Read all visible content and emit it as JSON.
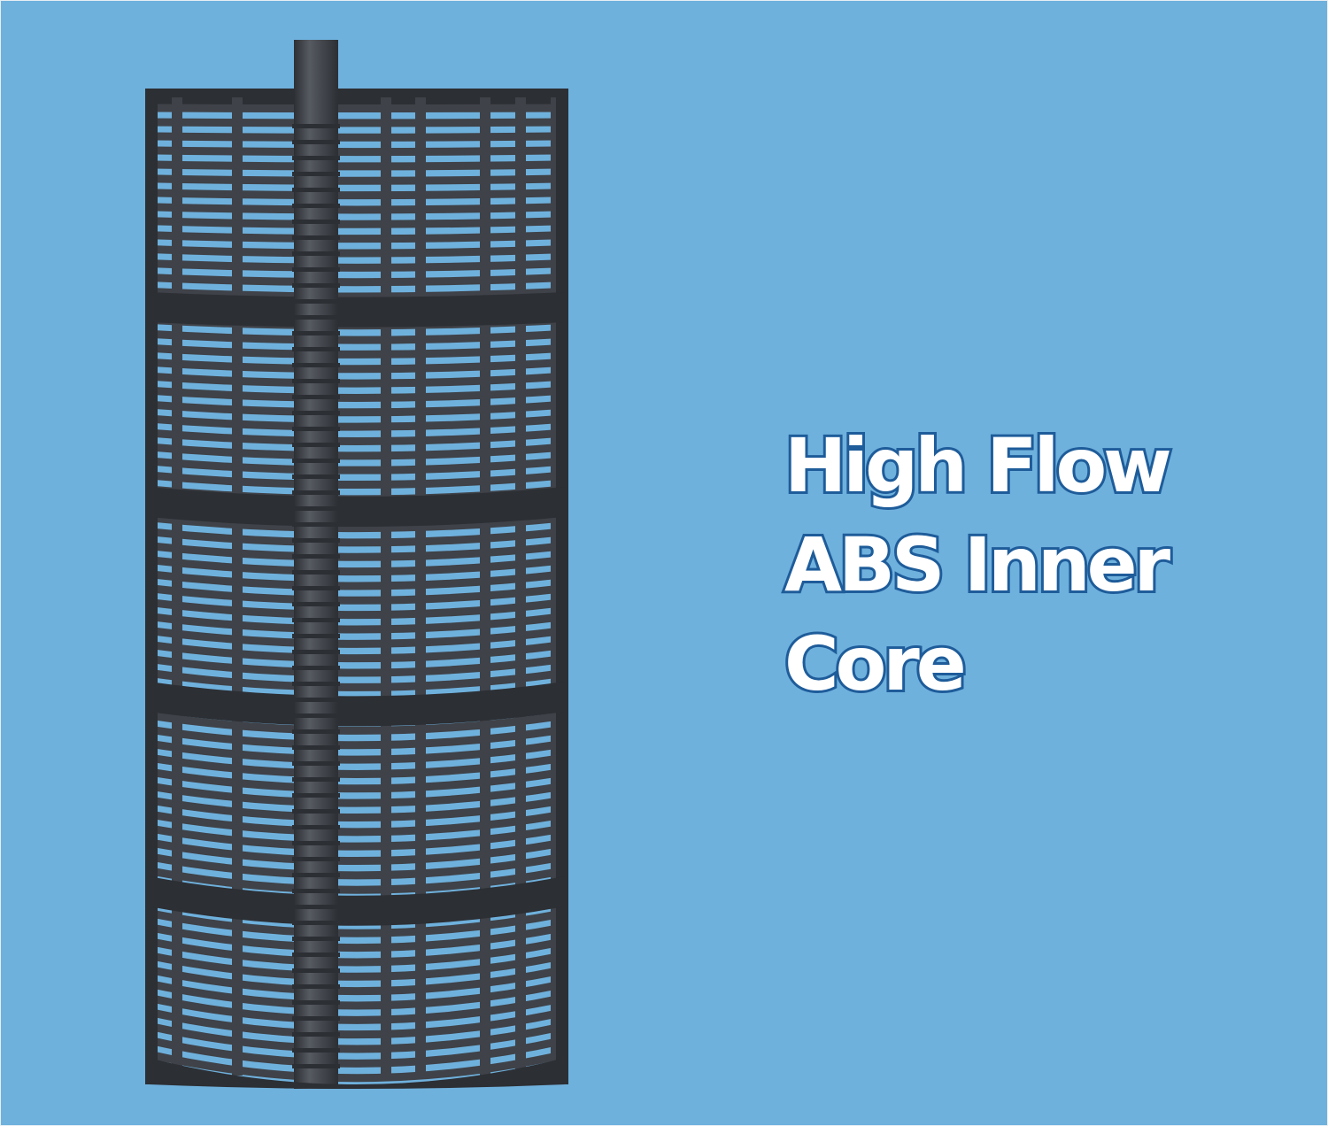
{
  "colors": {
    "background": "#6fb1dd",
    "frame": "#e8eef3",
    "core": "#3f4248",
    "core_shadow": "#2c2f34",
    "core_highlight": "#565a61",
    "headline_fill": "#ffffff",
    "headline_outline": "#1e5c9a"
  },
  "product_image": {
    "subject": "abs-inner-core-cage-icon"
  },
  "headline": {
    "lines": [
      "High Flow",
      "ABS Inner",
      "Core"
    ]
  }
}
